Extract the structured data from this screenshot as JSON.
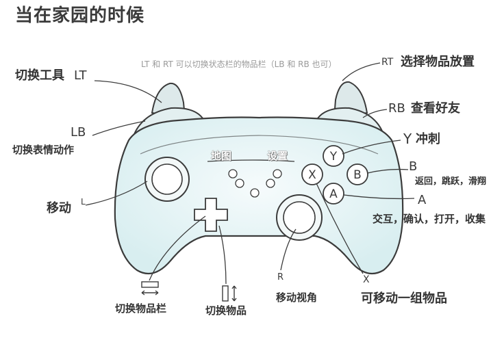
{
  "title": "当在家园的时候",
  "note": "LT 和 RT 可以切换状态栏的物品栏（LB 和 RB 也可）",
  "labels": {
    "lt_func": "切换工具",
    "lt_key": "LT",
    "rt_key": "RT",
    "rt_func": "选择物品放置",
    "rb_key": "RB",
    "rb_func": "查看好友",
    "lb_key": "LB",
    "lb_func": "切换表情动作",
    "map": "地图",
    "settings": "设置",
    "y_key": "Y",
    "y_func": "冲刺",
    "b_key": "B",
    "b_func": "返回，跳跃，滑翔",
    "a_key": "A",
    "a_func": "交互，确认，打开，收集",
    "l_key": "L",
    "l_func": "移动",
    "r_key": "R",
    "r_func": "移动视角",
    "x_key": "X",
    "x_func": "可移动一组物品",
    "dpad_lr_func": "切换物品栏",
    "dpad_ud_func": "切换物品"
  },
  "buttons": {
    "y": "Y",
    "b": "B",
    "x": "X",
    "a": "A"
  },
  "icons": {
    "dpad_lr": "left-right-arrow-icon",
    "dpad_ud": "up-down-arrow-icon"
  },
  "colors": {
    "body_fill": "#e6f4f5",
    "outline": "#3b3b3b"
  }
}
